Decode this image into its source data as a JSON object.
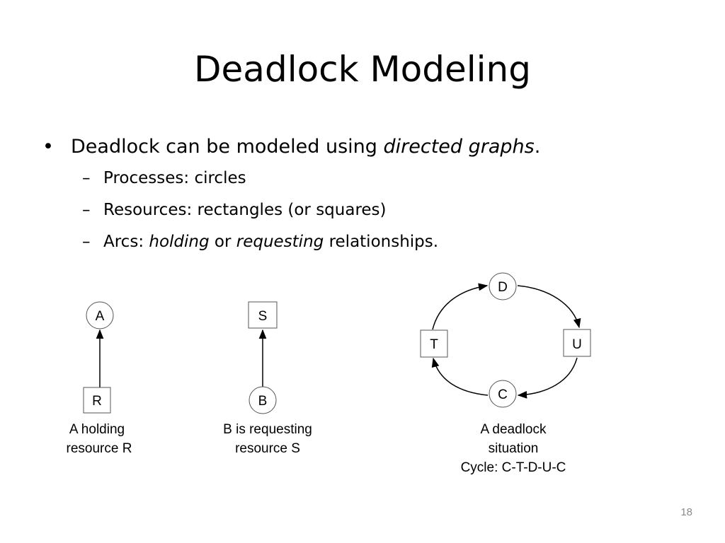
{
  "slide": {
    "title": "Deadlock Modeling",
    "number": "18"
  },
  "bullets": {
    "main_marker": "•",
    "main_text": "Deadlock can be modeled using ",
    "main_emphasis": "directed graphs",
    "main_end": ".",
    "sub_marker": "–",
    "sub1": "Processes: circles",
    "sub2": "Resources: rectangles (or squares)",
    "sub3_start": "Arcs: ",
    "sub3_holding": "holding",
    "sub3_or": " or ",
    "sub3_requesting": "requesting",
    "sub3_end": " relationships."
  },
  "diagram1": {
    "process": "A",
    "resource": "R",
    "caption_line1": "A holding",
    "caption_line2": "resource R"
  },
  "diagram2": {
    "resource": "S",
    "process": "B",
    "caption_line1": "B is requesting",
    "caption_line2": "resource S"
  },
  "diagram3": {
    "process_top": "D",
    "resource_left": "T",
    "resource_right": "U",
    "process_bottom": "C",
    "caption_line1": "A deadlock",
    "caption_line2": "situation",
    "caption_line3": "Cycle: C-T-D-U-C"
  }
}
